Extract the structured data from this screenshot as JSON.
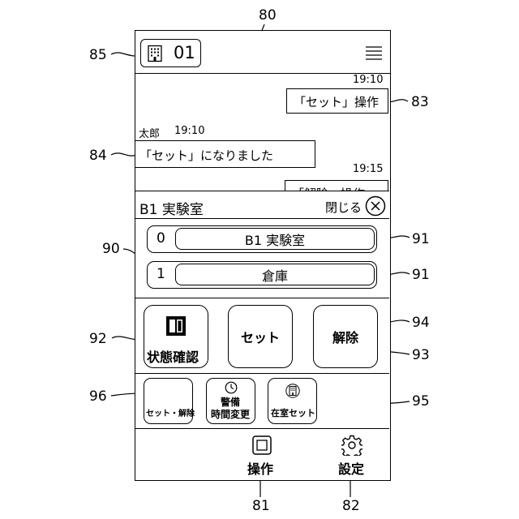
{
  "refs": {
    "r80": "80",
    "r85": "85",
    "r83": "83",
    "r84": "84",
    "r90": "90",
    "r91a": "91",
    "r91b": "91",
    "r92": "92",
    "r93": "93",
    "r94": "94",
    "r96": "96",
    "r95": "95",
    "r81": "81",
    "r82": "82"
  },
  "header": {
    "room_number": "01",
    "building_icon": "building-icon",
    "menu_icon": "hamburger-menu-icon"
  },
  "chat": {
    "msg1": {
      "time": "19:10",
      "text": "「セット」操作"
    },
    "msg2": {
      "sender": "太郎",
      "time": "19:10",
      "text": "「セット」になりました"
    },
    "msg3": {
      "time": "19:15",
      "text": "「解除」操作"
    }
  },
  "panel": {
    "title": "B1 実験室",
    "close_label": "閉じる",
    "close_icon": "close-circle-icon",
    "rooms": [
      {
        "index": "0",
        "name": "B1 実験室"
      },
      {
        "index": "1",
        "name": "倉庫"
      }
    ],
    "buttons": {
      "status": "状態確認",
      "status_icon": "door-icon",
      "set": "セット",
      "release": "解除"
    },
    "small_buttons": {
      "set_release": "セット・解除",
      "time_line1": "警備",
      "time_line2": "時間変更",
      "time_icon": "clock-icon",
      "occupied": "在室セット",
      "occupied_icon": "building-icon"
    }
  },
  "tabbar": {
    "operate": "操作",
    "operate_icon": "square-icon",
    "settings": "設定",
    "settings_icon": "gear-icon"
  }
}
